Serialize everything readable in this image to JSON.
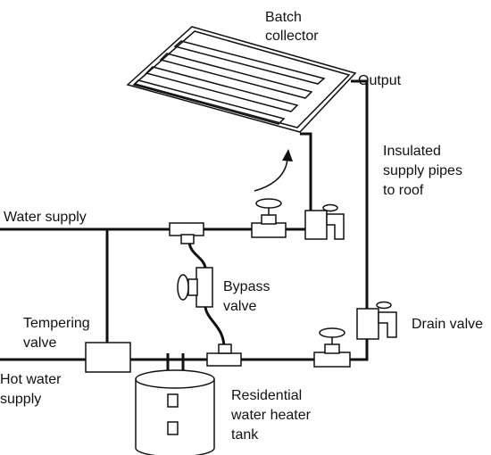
{
  "diagram": {
    "labels": {
      "collector_line1": "Batch",
      "collector_line2": "collector",
      "output": "Output",
      "insulated_line1": "Insulated",
      "insulated_line2": "supply pipes",
      "insulated_line3": "to roof",
      "water_supply": "Water supply",
      "bypass_line1": "Bypass",
      "bypass_line2": "valve",
      "tempering_line1": "Tempering",
      "tempering_line2": "valve",
      "drain_valve": "Drain valve",
      "hot_water_line1": "Hot water",
      "hot_water_line2": "supply",
      "heater_line1": "Residential",
      "heater_line2": "water heater",
      "heater_line3": "tank"
    },
    "colors": {
      "line": "#111111",
      "background": "#ffffff"
    }
  }
}
